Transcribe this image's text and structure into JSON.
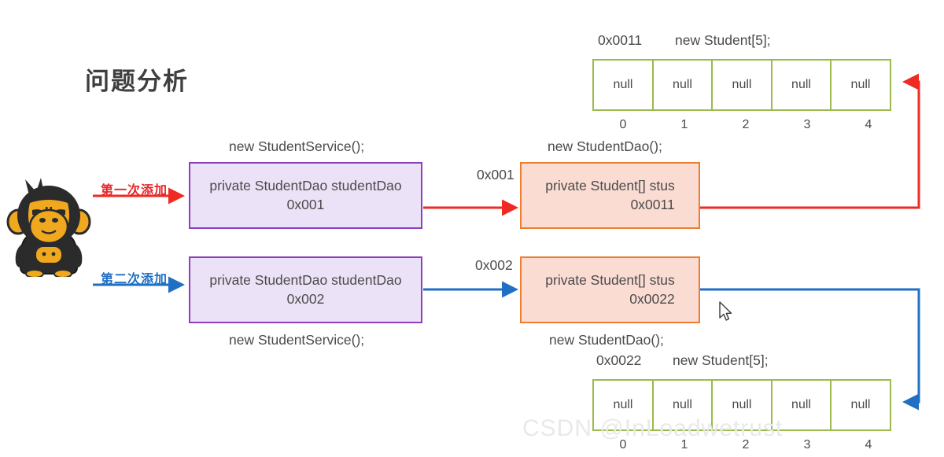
{
  "page": {
    "title": "问题分析",
    "watermark": "CSDN @InLoadwetrust",
    "background_color": "#ffffff"
  },
  "colors": {
    "red_arrow": "#ee2a23",
    "blue_arrow": "#1f6fc4",
    "purple_border": "#8e3fbe",
    "purple_fill": "#ece2f7",
    "orange_border": "#ed7d31",
    "pink_fill": "#fadcd3",
    "green_border": "#9cba4d",
    "text": "#4a4a4a"
  },
  "mascot": {
    "name": "gorilla-mascot",
    "body_color": "#2b2b2b",
    "face_color": "#f0a81e"
  },
  "flows": [
    {
      "id": "first",
      "arrow_label": "第一次添加",
      "arrow_color": "#ee2a23",
      "service": {
        "caption": "new StudentService();",
        "caption_position": "above",
        "line1": "private StudentDao studentDao",
        "line2": "0x001"
      },
      "pointer_label": "0x001",
      "dao": {
        "caption": "new StudentDao();",
        "caption_position": "above",
        "line1": "private Student[] stus",
        "line2": "0x0011"
      },
      "array": {
        "address": "0x0011",
        "caption": "new Student[5];",
        "cells": [
          "null",
          "null",
          "null",
          "null",
          "null"
        ],
        "indices": [
          "0",
          "1",
          "2",
          "3",
          "4"
        ]
      }
    },
    {
      "id": "second",
      "arrow_label": "第二次添加",
      "arrow_color": "#1f6fc4",
      "service": {
        "caption": "new StudentService();",
        "caption_position": "below",
        "line1": "private StudentDao studentDao",
        "line2": "0x002"
      },
      "pointer_label": "0x002",
      "dao": {
        "caption": "new StudentDao();",
        "caption_position": "below",
        "line1": "private Student[] stus",
        "line2": "0x0022"
      },
      "array": {
        "address": "0x0022",
        "caption": "new Student[5];",
        "cells": [
          "null",
          "null",
          "null",
          "null",
          "null"
        ],
        "indices": [
          "0",
          "1",
          "2",
          "3",
          "4"
        ]
      }
    }
  ]
}
